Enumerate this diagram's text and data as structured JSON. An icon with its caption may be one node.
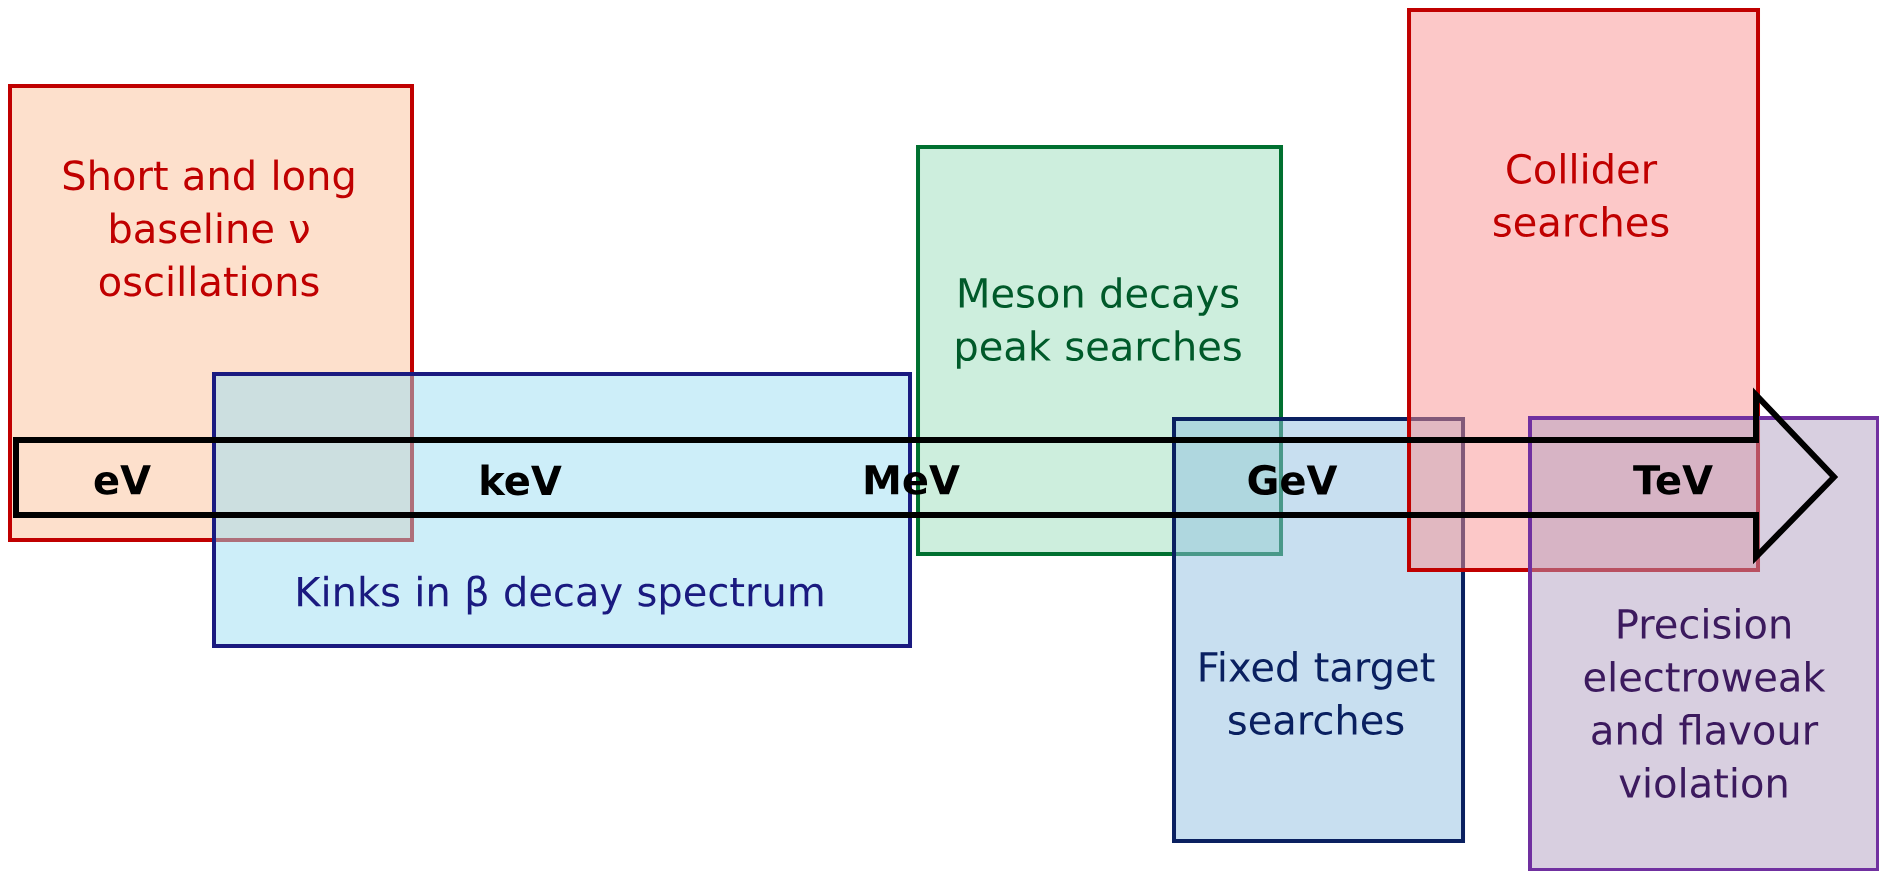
{
  "diagram": {
    "nodes": [
      {
        "text": [
          "Short and long baseline ν oscillations"
        ]
      },
      {
        "text": [
          "Kinks in β decay spectrum"
        ]
      },
      {
        "text": [
          "Meson decays peak searches"
        ]
      },
      {
        "text": [
          "Fixed target searches"
        ]
      },
      {
        "text": [
          "Collider searches"
        ]
      },
      {
        "text": [
          "Precision electroweak and flavour violation"
        ]
      }
    ],
    "labels": [
      "eV",
      "keV",
      "MeV",
      "GeV",
      "TeV"
    ]
  }
}
